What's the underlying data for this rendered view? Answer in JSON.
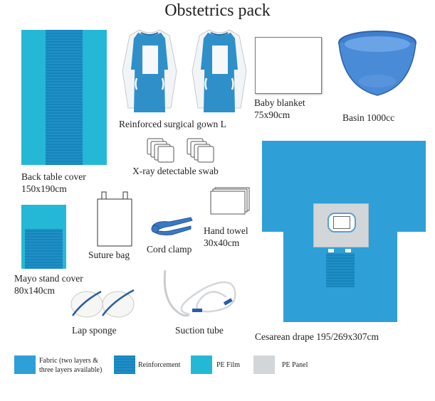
{
  "title": "Obstetrics pack",
  "items": {
    "back_table_cover": {
      "name": "Back table cover",
      "size": "150x190cm"
    },
    "gown": {
      "name": "Reinforced surgical gown L"
    },
    "baby_blanket": {
      "name": "Baby blanket",
      "size": "75x90cm"
    },
    "basin": {
      "name": "Basin 1000cc"
    },
    "xray_swab": {
      "name": "X-ray detectable swab"
    },
    "suture_bag": {
      "name": "Suture bag"
    },
    "cord_clamp": {
      "name": "Cord clamp"
    },
    "hand_towel": {
      "name": "Hand towel",
      "size": "30x40cm"
    },
    "mayo_stand_cover": {
      "name": "Mayo stand cover",
      "size": "80x140cm"
    },
    "lap_sponge": {
      "name": "Lap sponge"
    },
    "suction_tube": {
      "name": "Suction tube"
    },
    "cesarean_drape": {
      "name": "Cesarean drape 195/269x307cm"
    }
  },
  "legend": [
    {
      "line1": "Fabric (two layers &",
      "line2": "three layers available)",
      "color": "#2f9fd8"
    },
    {
      "line1": "Reinforcement",
      "line2": "",
      "color": "#1784bb"
    },
    {
      "line1": "PE Film",
      "line2": "",
      "color": "#25b8d6"
    },
    {
      "line1": "PE Panel",
      "line2": "",
      "color": "#d2d6d9"
    }
  ]
}
